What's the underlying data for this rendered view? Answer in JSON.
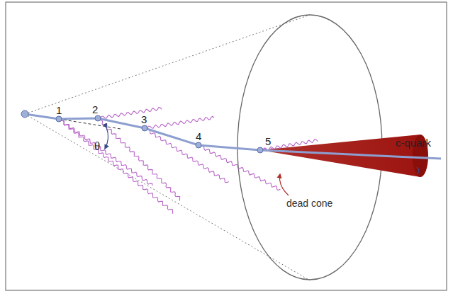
{
  "diagram": {
    "labels": [
      "1",
      "2",
      "3",
      "4",
      "5",
      "θ",
      "dead cone",
      "c-quark"
    ]
  }
}
